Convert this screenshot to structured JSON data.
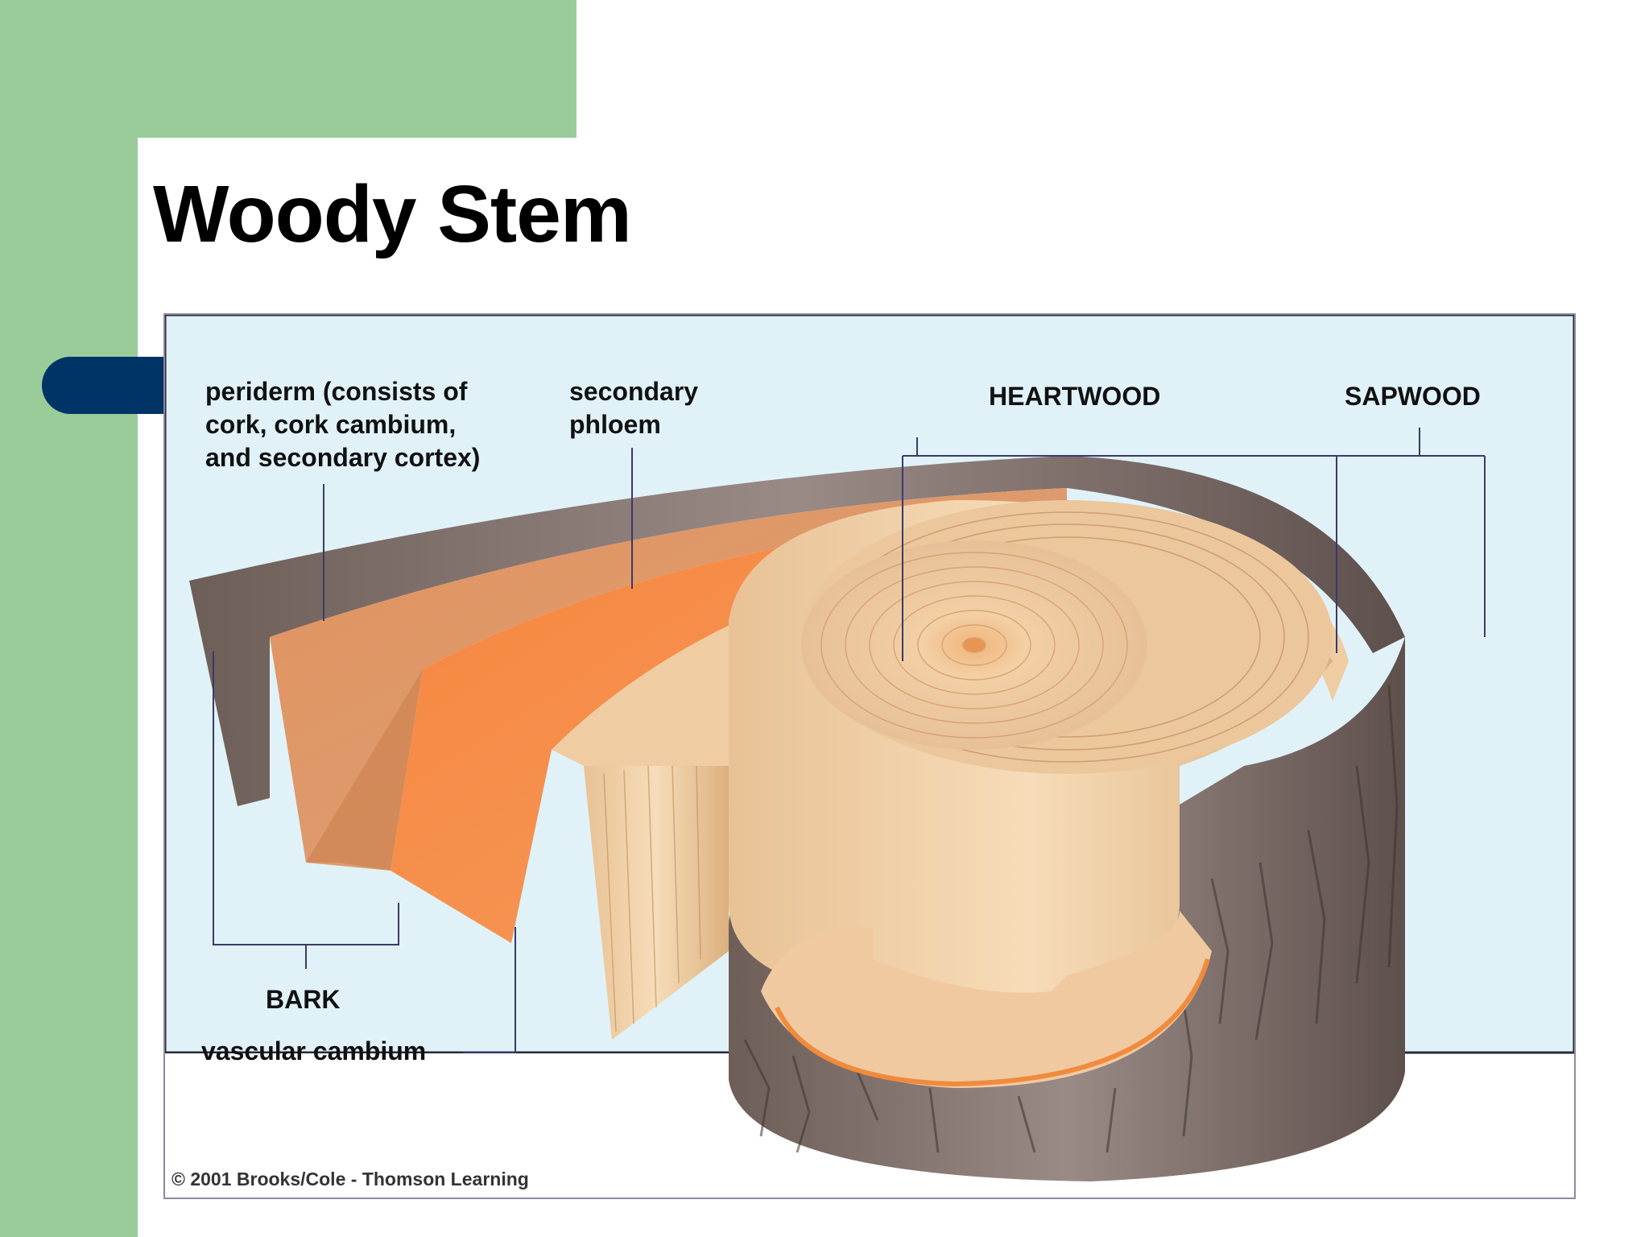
{
  "slide": {
    "title": "Woody Stem",
    "colors": {
      "sidebar": "#99cc99",
      "tab": "#003366",
      "figure_bg": "#e0f2f8"
    }
  },
  "figure": {
    "labels": {
      "periderm": "periderm (consists of\ncork, cork cambium,\nand secondary cortex)",
      "secondary_phloem": "secondary\nphloem",
      "heartwood": "HEARTWOOD",
      "sapwood": "SAPWOOD",
      "bark": "BARK",
      "vascular_cambium": "vascular cambium"
    },
    "copyright": "© 2001 Brooks/Cole - Thomson Learning"
  }
}
